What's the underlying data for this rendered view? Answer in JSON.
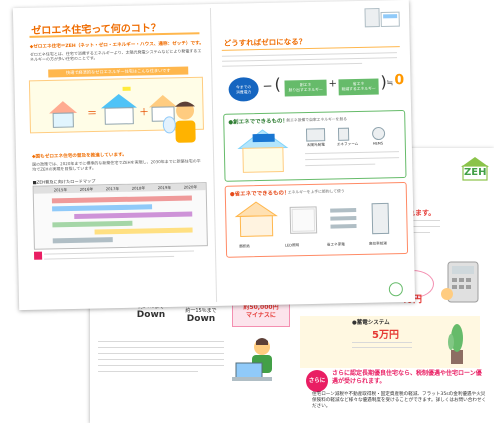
{
  "front_spread": {
    "left_page": {
      "title": "ゼロエネ住宅って何のコト？",
      "section1_heading": "◆ゼロエネ住宅＝ZEH（ネット・ゼロ・エネルギー・ハウス、通称：ゼッチ）です。",
      "section1_body": "ゼロエネ住宅とは、住宅で消費するエネルギーより、太陽光発電システムなどにより発電するエネルギーの方が多い住宅のことです。",
      "diagram_caption": "快適で経済的なゼロエネルギー住宅はこんな住まいです",
      "section2_heading": "◆国もゼロエネ住宅の普及を推進しています。",
      "section2_body": "国の政策では、2020年までに標準的な新築住宅でZEHを実現し、2030年までに新築住宅の平均でZEHの実現を目指しています。",
      "timeline_label": "■ZEH普及に向けたロードマップ",
      "timeline_years": [
        "2015年",
        "2016年",
        "2017年",
        "2018年",
        "2019年",
        "2020年"
      ]
    },
    "right_page": {
      "subtitle": "どうすればゼロになる？",
      "formula_label_1": "今までの\n消費電力",
      "formula_label_2": "創エネ\n創り出すエネルギー",
      "formula_label_3": "省エネ\n削減するエネルギー",
      "formula_result": "0",
      "section_a_heading": "●創エネでできるもの！",
      "section_a_note": "創エネ設備で自家エネルギーを創る",
      "section_a_items": [
        "太陽光発電",
        "エネファーム",
        "HEMS"
      ],
      "section_b_heading": "●省エネでできるもの！",
      "section_b_note": "エネルギーを上手に節約して使う",
      "section_b_items": [
        "高断熱",
        "LED照明",
        "省エネ家電",
        "高効率給湯"
      ]
    }
  },
  "back_sheet": {
    "logo": "ZEH",
    "stat_1_label": "約54％まで",
    "stat_1_word": "Down",
    "stat_2_label": "約一15％まで",
    "stat_2_word": "Down",
    "price_banner": "約50,000円\nマイナスに",
    "right_heading": "を受け取れます。",
    "price_big": "万円",
    "system_label": "●蓄電システム",
    "system_price": "5万円",
    "sarani": "さらに",
    "loan_heading": "さらに認定長期優良住宅なら、税制優遇や住宅ローン優遇が受けられます。",
    "loan_body": "住宅ローン減税や不動産取得税・固定資産税の軽減、フラット35sの金利優遇や火災保険料の軽減など様々な優遇制度を受けることができます。詳しくはお問い合わせください。"
  }
}
